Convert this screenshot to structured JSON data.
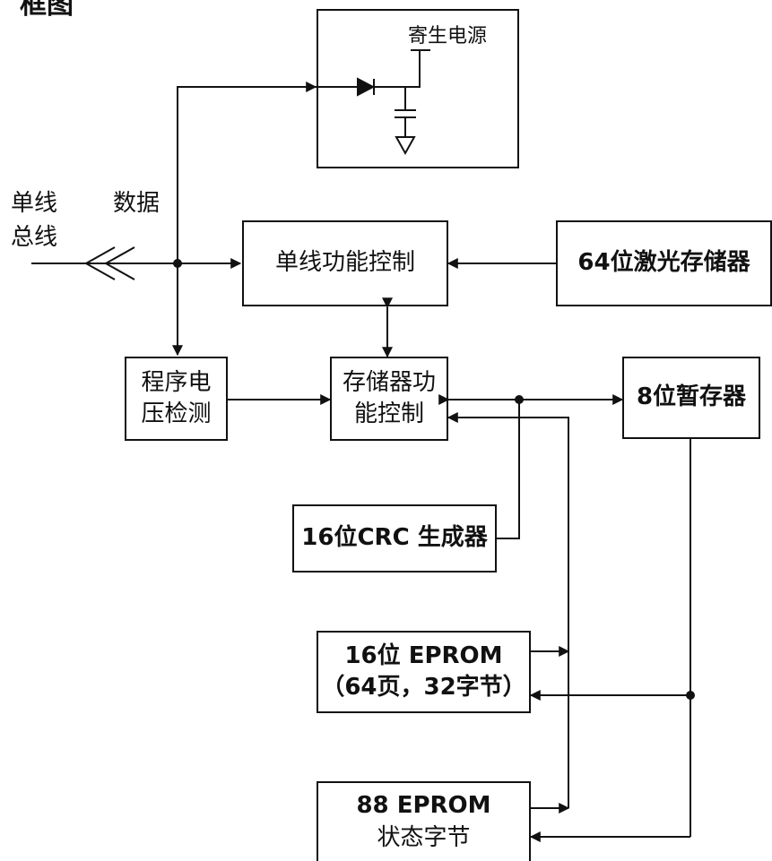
{
  "header_fragment": "框图",
  "labels": {
    "single_wire": "单线",
    "bus": "总线",
    "data": "数据"
  },
  "blocks": {
    "parasitic": "寄生电源",
    "single_wire_ctrl": "单线功能控制",
    "laser_rom": "64位激光存储器",
    "prog_voltage_line1": "程序电",
    "prog_voltage_line2": "压检测",
    "mem_ctrl_line1": "存储器功",
    "mem_ctrl_line2": "能控制",
    "scratchpad": "8位暂存器",
    "crc": "16位CRC 生成器",
    "eprom16_line1": "16位 EPROM",
    "eprom16_line2": "（64页，32字节）",
    "eprom88_line1": "88 EPROM",
    "eprom88_line2": "状态字节"
  },
  "colors": {
    "stroke": "#111111"
  }
}
